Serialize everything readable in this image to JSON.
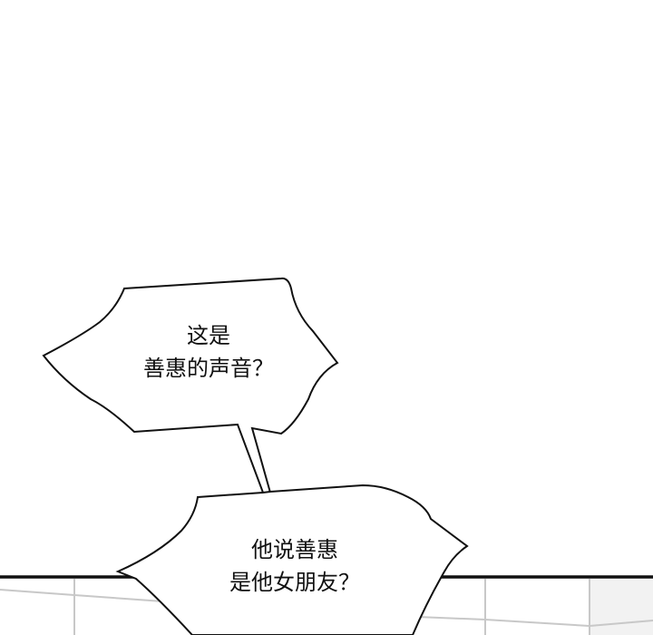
{
  "bubbles": [
    {
      "lines": [
        "这是",
        "善惠的声音？"
      ]
    },
    {
      "lines": [
        "他说善惠",
        "是他女朋友？"
      ]
    }
  ],
  "colors": {
    "outline": "#111111",
    "floor_lines": "#c8c8c8",
    "floor_shade": "#f2f2f2"
  }
}
